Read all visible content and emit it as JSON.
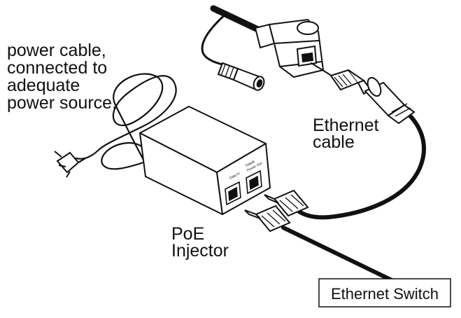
{
  "labels": {
    "power_cable": [
      "power cable,",
      "connected to",
      "adequate",
      "power source."
    ],
    "ethernet_cable": [
      "Ethernet",
      "cable"
    ],
    "poe_injector": [
      "PoE",
      "Injector"
    ],
    "ethernet_switch": "Ethernet Switch",
    "port_data_in": "Data In",
    "port_data_power_out": [
      "Data&",
      "Power Out"
    ]
  }
}
